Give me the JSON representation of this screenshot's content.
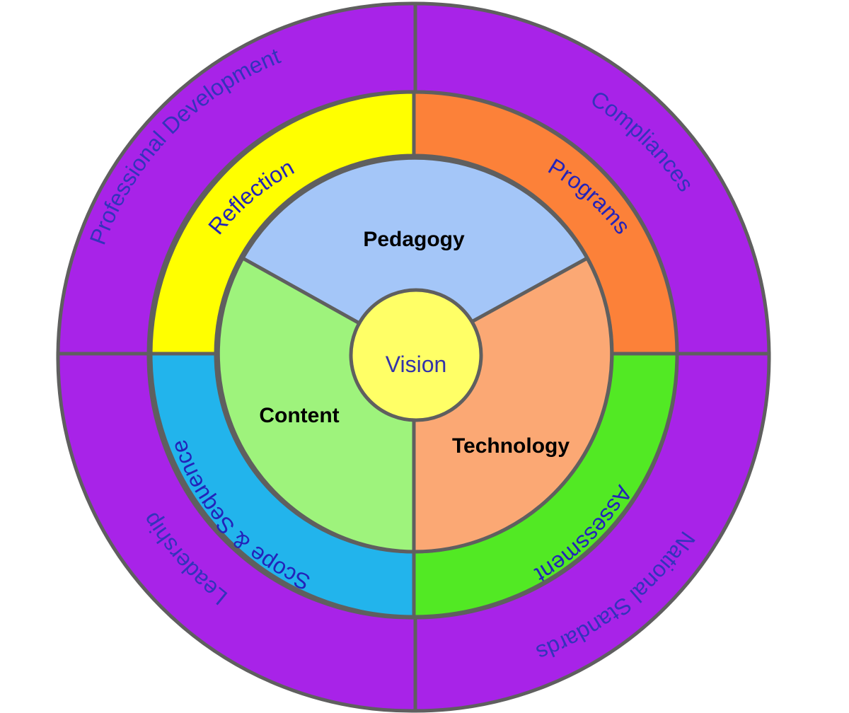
{
  "diagram": {
    "center": {
      "label": "Vision",
      "fill": "#ffff66",
      "text_color": "#3333aa"
    },
    "core": [
      {
        "key": "pedagogy",
        "label": "Pedagogy",
        "fill": "#a4c6f8",
        "text_color": "#000000"
      },
      {
        "key": "technology",
        "label": "Technology",
        "fill": "#fba874",
        "text_color": "#000000"
      },
      {
        "key": "content",
        "label": "Content",
        "fill": "#9ef37c",
        "text_color": "#000000"
      }
    ],
    "middle": [
      {
        "key": "programs",
        "label": "Programs",
        "fill": "#fc8139",
        "text_color": "#2323b9"
      },
      {
        "key": "assessment",
        "label": "Assessment",
        "fill": "#52e924",
        "text_color": "#2323b9"
      },
      {
        "key": "scope",
        "label": "Scope & Sequence",
        "fill": "#22b4ec",
        "text_color": "#2323b9"
      },
      {
        "key": "reflection",
        "label": "Reflection",
        "fill": "#ffff00",
        "text_color": "#2323b9"
      }
    ],
    "outer": [
      {
        "key": "compliances",
        "label": "Compliances",
        "fill": "#a823e8",
        "text_color": "#3333bb"
      },
      {
        "key": "national-standards",
        "label": "National Standards",
        "fill": "#a823e8",
        "text_color": "#3333bb"
      },
      {
        "key": "leadership",
        "label": "Leadership",
        "fill": "#a823e8",
        "text_color": "#3333bb"
      },
      {
        "key": "professional-development",
        "label": "Professional Development",
        "fill": "#a823e8",
        "text_color": "#3333bb"
      }
    ],
    "border_color": "#5f5f5f"
  }
}
